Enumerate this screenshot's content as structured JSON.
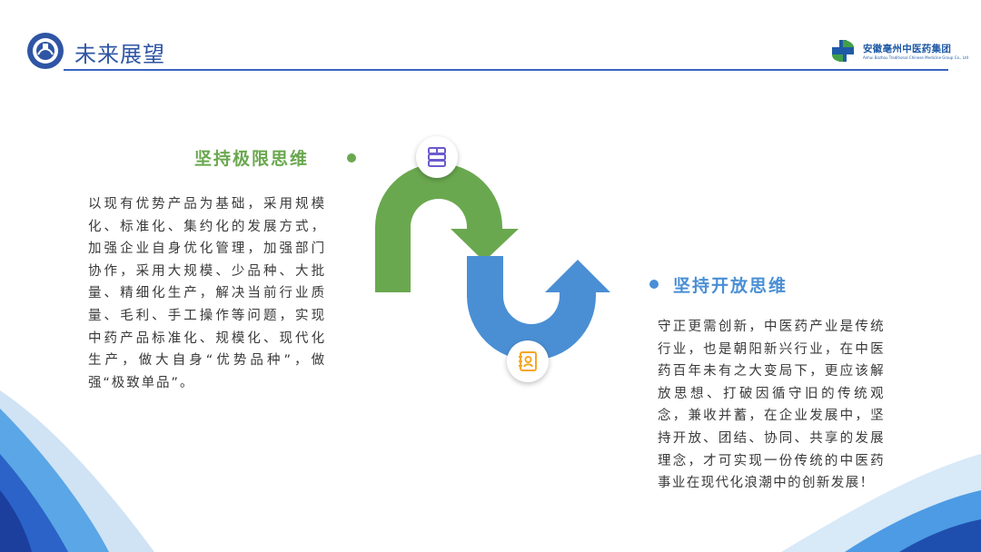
{
  "header": {
    "title": "未来展望",
    "badge_icon": "university-emblem-icon",
    "brand_name": "安徽亳州中医药集团",
    "brand_subtitle": "Anhui Bozhou Traditional Chinese Medicine Group Co., Ltd",
    "accent_color": "#2f55a4"
  },
  "left": {
    "heading": "坚持极限思维",
    "color": "#6aa84f",
    "body": "以现有优势产品为基础，采用规模化、标准化、集约化的发展方式，加强企业自身优化管理，加强部门协作，采用大规模、少品种、大批量、精细化生产，解决当前行业质量、毛利、手工操作等问题，实现中药产品标准化、规模化、现代化生产，做大自身“优势品种”，做强“极致单品”。",
    "icon": "book-stack-icon"
  },
  "right": {
    "heading": "坚持开放思维",
    "color": "#4a8fd4",
    "body": "守正更需创新，中医药产业是传统行业，也是朝阳新兴行业，在中医药百年未有之大变局下，更应该解放思想、打破因循守旧的传统观念，兼收并蓄，在企业发展中，坚持开放、团结、协同、共享的发展理念，才可实现一份传统的中医药事业在现代化浪潮中的创新发展！",
    "icon": "contact-book-icon"
  }
}
